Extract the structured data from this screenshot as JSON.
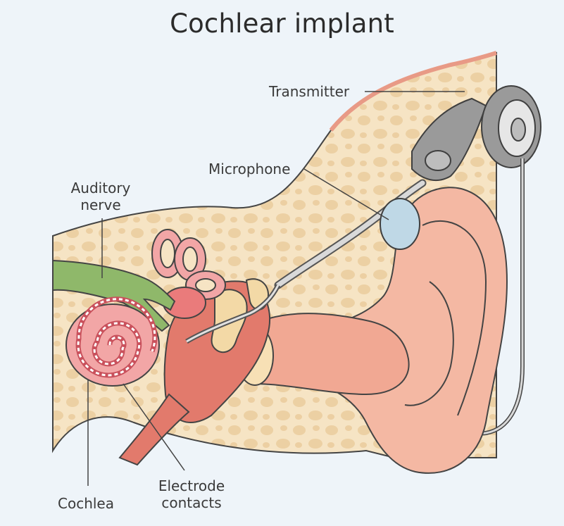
{
  "title": "Cochlear implant",
  "labels": {
    "transmitter": "Transmitter",
    "microphone": "Microphone",
    "auditory_nerve_line1": "Auditory",
    "auditory_nerve_line2": "nerve",
    "electrode_line1": "Electrode",
    "electrode_line2": "contacts",
    "cochlea": "Cochlea"
  },
  "colors": {
    "background": "#eef4f9",
    "skin_tissue": "#f6e4c4",
    "bone_spots": "#ecd0a3",
    "outer_ear": "#f4b8a3",
    "ear_canal": "#f1a893",
    "inner_ear": "#ea7b7b",
    "auditory_nerve": "#8fb86a",
    "device_gray": "#8e8e8e",
    "microphone_blue": "#bfd8e6",
    "leader_line": "#444444"
  }
}
